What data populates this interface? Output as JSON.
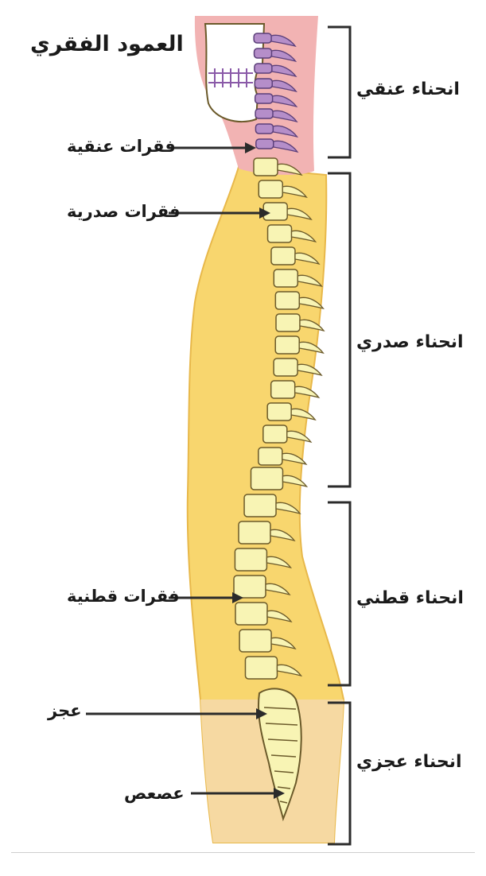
{
  "title": "العمود الفقري",
  "vertebra_labels": {
    "cervical": "فقرات عنقية",
    "thoracic": "فقرات صدرية",
    "lumbar": "فقرات قطنية",
    "sacrum": "عجز",
    "coccyx": "عصعص"
  },
  "curve_labels": {
    "cervical": "انحناء عنقي",
    "thoracic": "انحناء صدري",
    "lumbar": "انحناء قطني",
    "sacral": "انحناء عجزي"
  },
  "colors": {
    "torso": "#f8d66e",
    "torso_edge": "#e8b84a",
    "neck_pink": "#f2b3b3",
    "pelvis": "#f6d9a2",
    "bone": "#f8f4b4",
    "bone_outline": "#6b5a2a",
    "cervical_vertebrae": "#b58ec9",
    "text": "#1a1a1a",
    "bracket": "#2b2b2b"
  }
}
